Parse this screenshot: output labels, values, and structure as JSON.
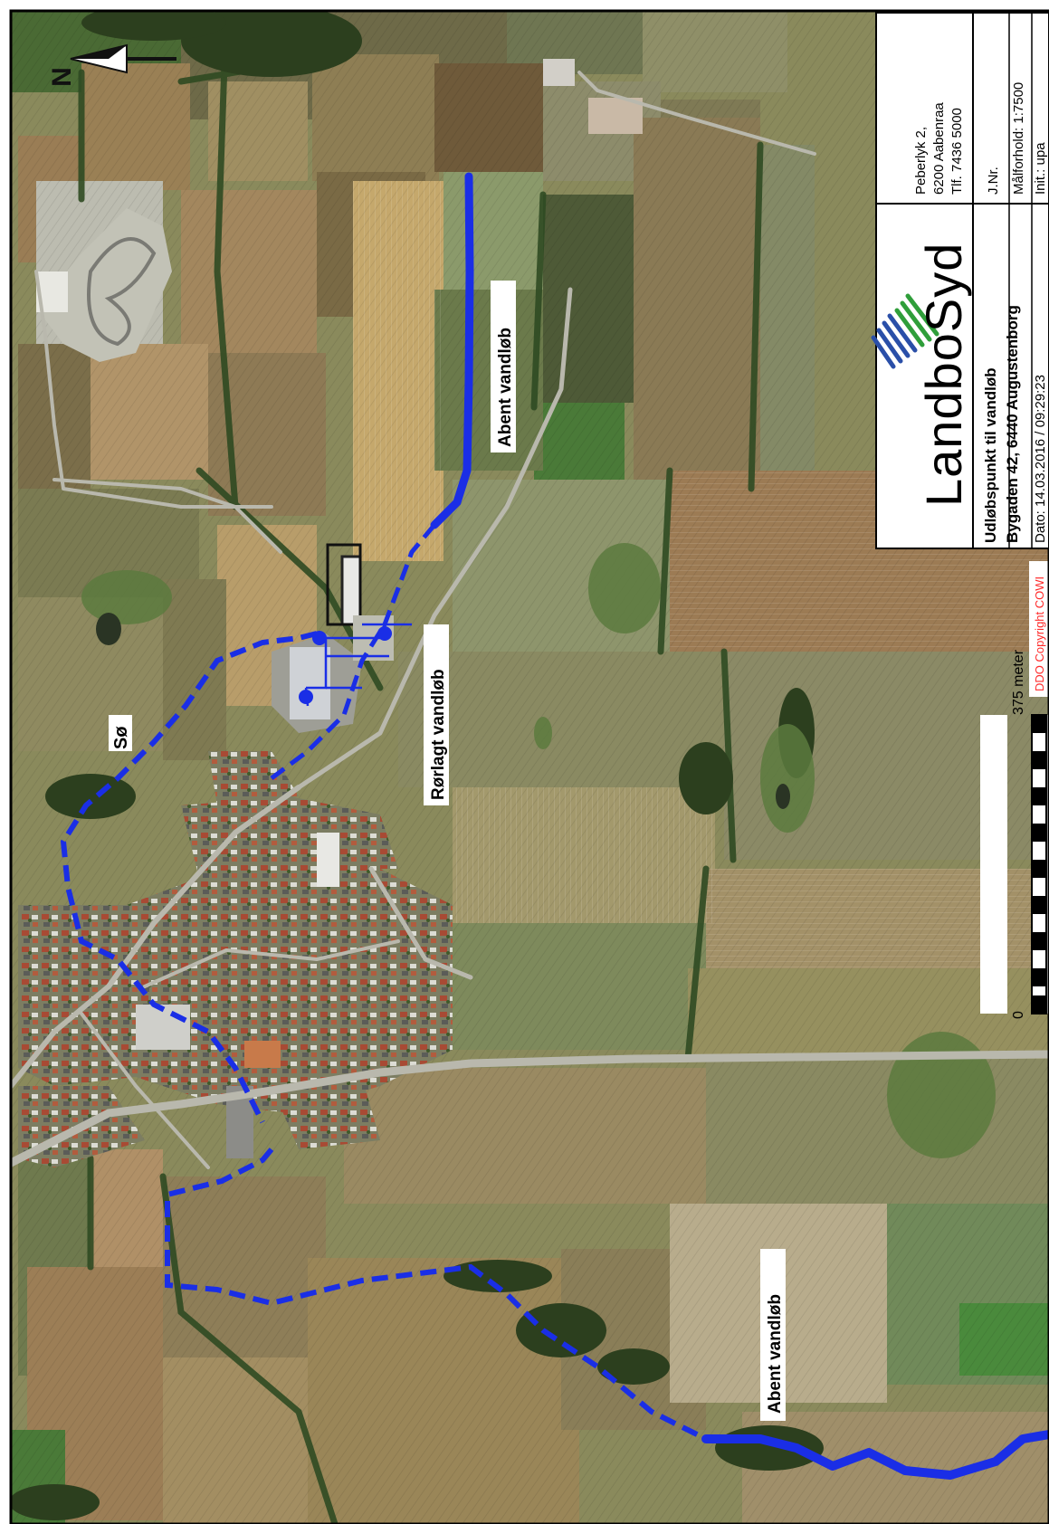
{
  "map": {
    "north_arrow_letter": "N",
    "labels": {
      "lake": "Sø",
      "piped_stream": "Rørlagt vandløb",
      "open_stream_east": "Abent vandløb",
      "open_stream_west": "Abent vandløb"
    },
    "scale_bar": {
      "start": "0",
      "end": "375 meter"
    },
    "copyright": "DDO Copyright COWI",
    "colors": {
      "watercourse": "#1a2ee6",
      "copyright": "#ff2a2a",
      "logo_blue": "#2a4fa8",
      "logo_green": "#2f9e3a"
    }
  },
  "title_block": {
    "company_name": "LandboSyd",
    "address_line1": "Peberlyk 2,",
    "address_line2": "6200 Aabenraa",
    "phone": "Tlf. 7436 5000",
    "title": "Udløbspunkt til vandløb",
    "site_address": "Bygaden 42, 6440 Augustenborg",
    "date": "Dato: 14.03.2016 / 09:29:23",
    "jnr": "J.Nr.",
    "scale": "Målforhold: 1:7500",
    "initials": "Init.: upa"
  }
}
